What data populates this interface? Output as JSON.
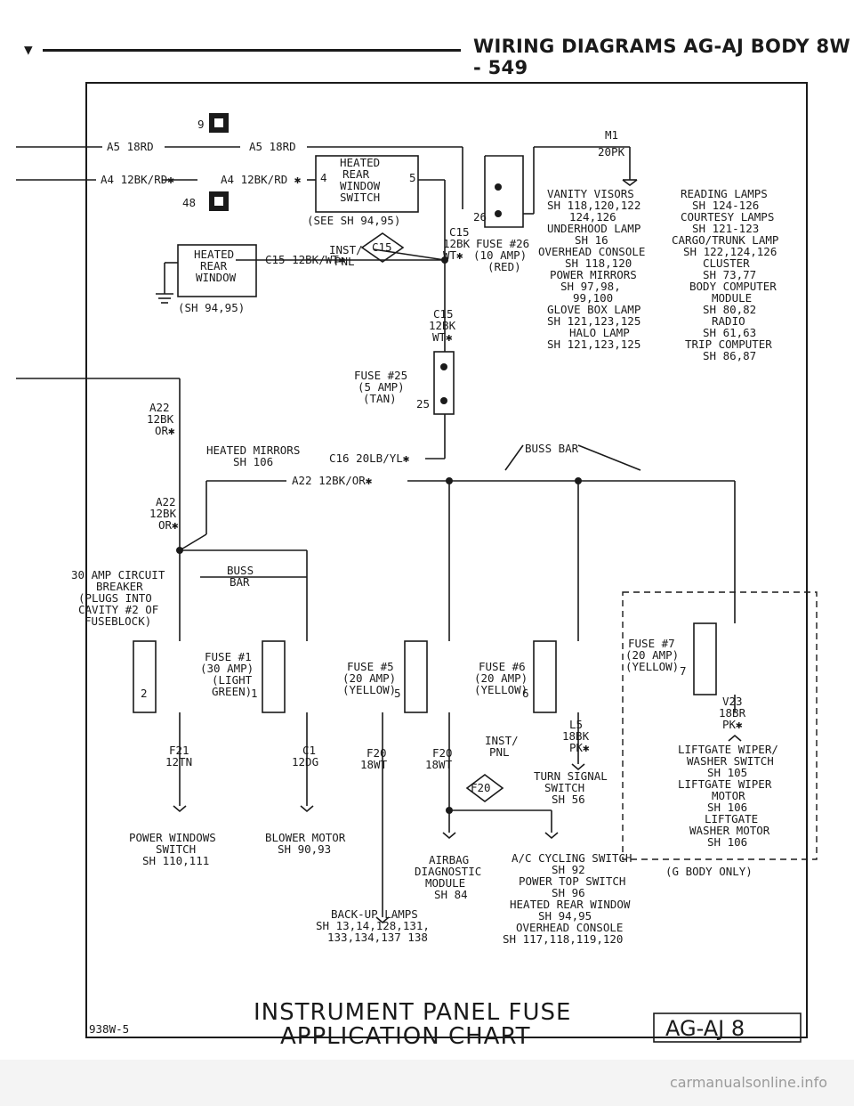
{
  "header": {
    "marker": "▼",
    "title": "WIRING DIAGRAMS AG-AJ BODY   8W - 549"
  },
  "diagram": {
    "connector_top": "9",
    "connector_mid": "48",
    "wire_a5_left": "A5 18RD",
    "wire_a5_right": "A5 18RD",
    "wire_a4_left": "A4 12BK/RD✱",
    "wire_a4_right": "A4 12BK/RD ✱",
    "switch_lines": [
      "HEATED",
      "REAR",
      "WINDOW",
      "SWITCH"
    ],
    "switch_pin_4": "4",
    "switch_pin_5": "5",
    "switch_ref": "(SEE SH 94,95)",
    "m1": "M1",
    "m1_wire": "20PK",
    "fuse26_pin": "26",
    "c15_top": [
      "C15",
      "12BK",
      "WT✱"
    ],
    "fuse26": [
      "FUSE #26",
      "(10 AMP)",
      "(RED)"
    ],
    "inst_pnl": [
      "INST/",
      "PNL"
    ],
    "c15_badge": "C15",
    "hrw_lines": [
      "HEATED",
      "REAR",
      "WINDOW"
    ],
    "hrw_ref": "(SH 94,95)",
    "c15_wire": "C15 12BK/WT✱",
    "c15_mid": [
      "C15",
      "12BK",
      "WT✱"
    ],
    "loads_left": [
      "VANITY VISORS",
      "SH 118,120,122",
      "124,126",
      "UNDERHOOD LAMP",
      "SH 16",
      "OVERHEAD CONSOLE",
      "SH 118,120",
      "POWER MIRRORS",
      "SH 97,98,",
      "99,100",
      "GLOVE BOX LAMP",
      "SH 121,123,125",
      "HALO LAMP",
      "SH 121,123,125"
    ],
    "loads_right": [
      "READING LAMPS",
      "SH 124-126",
      "COURTESY LAMPS",
      "SH 121-123",
      "CARGO/TRUNK LAMP",
      "SH 122,124,126",
      "CLUSTER",
      "SH 73,77",
      "BODY COMPUTER",
      "MODULE",
      "SH 80,82",
      "RADIO",
      "SH 61,63",
      "TRIP COMPUTER",
      "SH 86,87"
    ],
    "fuse25": [
      "FUSE #25",
      "(5 AMP)",
      "(TAN)"
    ],
    "fuse25_pin": "25",
    "a22_top": [
      "A22",
      "12BK",
      "OR✱"
    ],
    "heated_mirrors": [
      "HEATED MIRRORS",
      "SH 106"
    ],
    "c16_wire": "C16 20LB/YL✱",
    "buss_bar_top": "BUSS BAR",
    "a22_wire": "A22 12BK/OR✱",
    "a22_mid": [
      "A22",
      "12BK",
      "OR✱"
    ],
    "breaker": [
      "30 AMP CIRCUIT",
      "BREAKER",
      "(PLUGS INTO",
      "CAVITY #2 OF",
      "FUSEBLOCK)"
    ],
    "buss_bar_mid": [
      "BUSS",
      "BAR"
    ],
    "breaker_pin": "2",
    "fuse1": [
      "FUSE #1",
      "(30 AMP)",
      "(LIGHT",
      "GREEN)"
    ],
    "fuse1_pin": "1",
    "fuse5": [
      "FUSE #5",
      "(20 AMP)",
      "(YELLOW)"
    ],
    "fuse5_pin": "5",
    "fuse6": [
      "FUSE #6",
      "(20 AMP)",
      "(YELLOW)"
    ],
    "fuse6_pin": "6",
    "fuse7": [
      "FUSE #7",
      "(20 AMP)",
      "(YELLOW)"
    ],
    "fuse7_pin": "7",
    "v23": [
      "V23",
      "18BR",
      "PK✱"
    ],
    "liftgate": [
      "LIFTGATE WIPER/",
      "WASHER SWITCH",
      "SH 105",
      "LIFTGATE WIPER",
      "MOTOR",
      "SH 106",
      "LIFTGATE",
      "WASHER MOTOR",
      "SH 106"
    ],
    "g_body": "(G BODY ONLY)",
    "l5": [
      "L5",
      "18BK",
      "PK✱"
    ],
    "f21": [
      "F21",
      "12TN"
    ],
    "c1": [
      "C1",
      "12DG"
    ],
    "f20a": [
      "F20",
      "18WT"
    ],
    "f20b": [
      "F20",
      "18WT"
    ],
    "inst_pnl_b": [
      "INST/",
      "PNL"
    ],
    "f20_badge": "F20",
    "turn_signal": [
      "TURN SIGNAL",
      "SWITCH",
      "SH 56"
    ],
    "power_windows": [
      "POWER WINDOWS",
      "SWITCH",
      "SH 110,111"
    ],
    "blower_motor": [
      "BLOWER MOTOR",
      "SH 90,93"
    ],
    "airbag": [
      "AIRBAG",
      "DIAGNOSTIC",
      "MODULE",
      "SH 84"
    ],
    "ac_cycling": [
      "A/C CYCLING SWITCH",
      "SH 92",
      "POWER TOP SWITCH",
      "SH 96",
      "HEATED REAR WINDOW",
      "SH 94,95",
      "OVERHEAD CONSOLE",
      "SH 117,118,119,120"
    ],
    "backup": [
      "BACK-UP LAMPS",
      "SH 13,14,128,131,",
      "133,134,137 138"
    ],
    "chart_title": [
      "INSTRUMENT PANEL FUSE",
      "APPLICATION CHART"
    ],
    "code_left": "938W-5",
    "code_box": "AG-AJ  8"
  },
  "footer": {
    "watermark": "carmanualsonline.info"
  }
}
